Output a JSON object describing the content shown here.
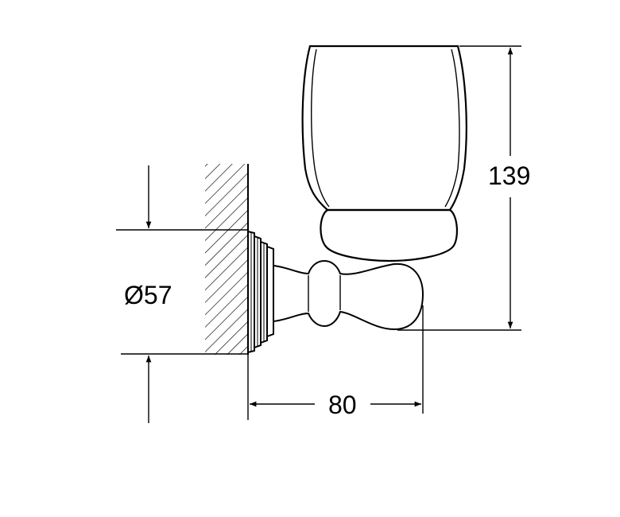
{
  "dimensions": {
    "height": "139",
    "diameter": "Ø57",
    "depth": "80"
  }
}
